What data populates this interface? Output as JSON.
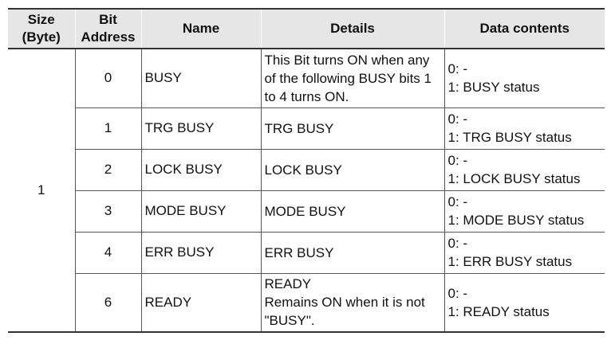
{
  "headers": {
    "size": [
      "Size",
      "(Byte)"
    ],
    "bit": [
      "Bit",
      "Address"
    ],
    "name": "Name",
    "details": "Details",
    "data": "Data contents"
  },
  "size_value": "1",
  "rows": [
    {
      "bit": "0",
      "name": "BUSY",
      "details": [
        "This Bit turns ON when any",
        "of the following BUSY bits 1",
        "to 4 turns ON."
      ],
      "data": [
        "0: -",
        "1: BUSY status"
      ]
    },
    {
      "bit": "1",
      "name": "TRG BUSY",
      "details": [
        "TRG BUSY"
      ],
      "data": [
        "0: -",
        "1: TRG BUSY status"
      ]
    },
    {
      "bit": "2",
      "name": "LOCK BUSY",
      "details": [
        "LOCK BUSY"
      ],
      "data": [
        "0: -",
        "1: LOCK BUSY status"
      ]
    },
    {
      "bit": "3",
      "name": "MODE BUSY",
      "details": [
        "MODE BUSY"
      ],
      "data": [
        "0: -",
        "1: MODE BUSY status"
      ]
    },
    {
      "bit": "4",
      "name": "ERR BUSY",
      "details": [
        "ERR BUSY"
      ],
      "data": [
        "0: -",
        "1: ERR BUSY status"
      ]
    },
    {
      "bit": "6",
      "name": "READY",
      "details": [
        "READY",
        "Remains ON when it is not",
        "\"BUSY\"."
      ],
      "data": [
        "0: -",
        "1: READY status"
      ]
    }
  ]
}
